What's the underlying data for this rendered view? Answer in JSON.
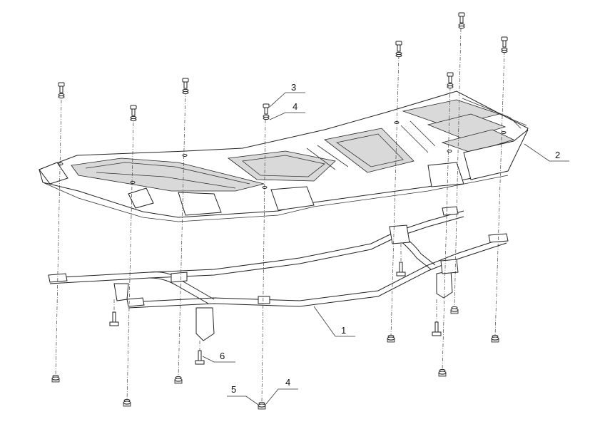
{
  "callouts": [
    {
      "id": "callout-1",
      "number": "1"
    },
    {
      "id": "callout-2",
      "number": "2"
    },
    {
      "id": "callout-3",
      "number": "3"
    },
    {
      "id": "callout-4-top",
      "number": "4"
    },
    {
      "id": "callout-4-bottom",
      "number": "4"
    },
    {
      "id": "callout-5",
      "number": "5"
    },
    {
      "id": "callout-6",
      "number": "6"
    }
  ],
  "icons": {
    "bolt": "bolt-icon",
    "washer": "washer-icon",
    "nut": "nut-icon"
  },
  "colors": {
    "line": "#222222",
    "shade": "#d9d9d9",
    "background": "#ffffff"
  }
}
